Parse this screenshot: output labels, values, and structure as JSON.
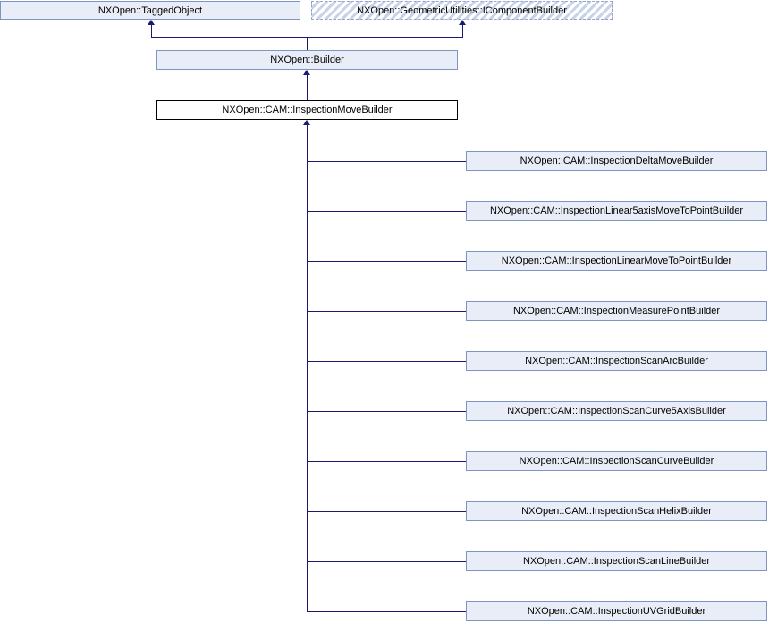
{
  "diagram": {
    "kind": "class-inheritance-graph",
    "colors": {
      "node_fill": "#e8edf7",
      "node_border": "#7e95c4",
      "focus_fill": "#ffffff",
      "focus_border": "#000000",
      "edge": "#191970",
      "hatch_stripe": "#c8d2e8",
      "hatch_border": "#93a6c9",
      "text": "#000000",
      "background": "#ffffff"
    },
    "parents": [
      {
        "label": "NXOpen::TaggedObject",
        "style": "solid"
      },
      {
        "label": "NXOpen::GeometricUtilities::IComponentBuilder",
        "style": "hatched"
      }
    ],
    "intermediate": {
      "label": "NXOpen::Builder"
    },
    "focus": {
      "label": "NXOpen::CAM::InspectionMoveBuilder"
    },
    "children": [
      {
        "label": "NXOpen::CAM::InspectionDeltaMoveBuilder"
      },
      {
        "label": "NXOpen::CAM::InspectionLinear5axisMoveToPointBuilder"
      },
      {
        "label": "NXOpen::CAM::InspectionLinearMoveToPointBuilder"
      },
      {
        "label": "NXOpen::CAM::InspectionMeasurePointBuilder"
      },
      {
        "label": "NXOpen::CAM::InspectionScanArcBuilder"
      },
      {
        "label": "NXOpen::CAM::InspectionScanCurve5AxisBuilder"
      },
      {
        "label": "NXOpen::CAM::InspectionScanCurveBuilder"
      },
      {
        "label": "NXOpen::CAM::InspectionScanHelixBuilder"
      },
      {
        "label": "NXOpen::CAM::InspectionScanLineBuilder"
      },
      {
        "label": "NXOpen::CAM::InspectionUVGridBuilder"
      }
    ]
  }
}
